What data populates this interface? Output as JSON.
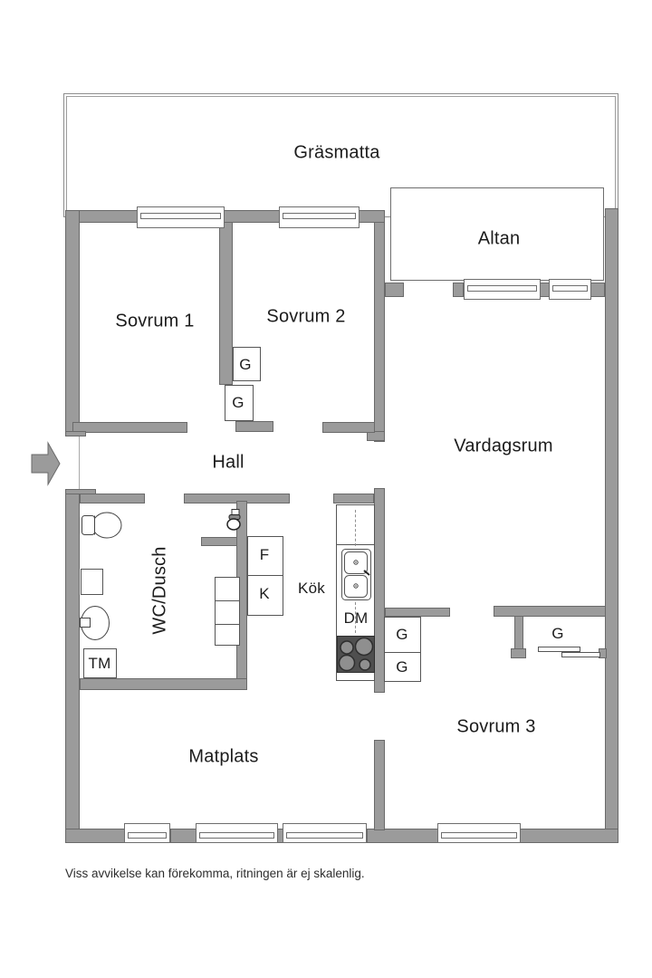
{
  "page": {
    "footer_note": "Viss avvikelse kan förekomma, ritningen är ej skalenlig."
  },
  "rooms": {
    "graesmatta": {
      "label": "Gräsmatta"
    },
    "altan": {
      "label": "Altan"
    },
    "sovrum1": {
      "label": "Sovrum 1"
    },
    "sovrum2": {
      "label": "Sovrum 2"
    },
    "vardagsrum": {
      "label": "Vardagsrum"
    },
    "hall": {
      "label": "Hall"
    },
    "wc_dusch": {
      "label": "WC/Dusch"
    },
    "kok": {
      "label": "Kök"
    },
    "matplats": {
      "label": "Matplats"
    },
    "sovrum3": {
      "label": "Sovrum 3"
    }
  },
  "labels": {
    "garderob": "G",
    "fridge": "F",
    "freezer": "K",
    "dishwasher": "DM",
    "washer": "TM"
  },
  "icons": {
    "entrance": "entrance-arrow",
    "toilet": "toilet-icon",
    "round_sink": "round-sink-icon",
    "square_unit": "shower-square-icon",
    "wall_basin": "small-basin-icon",
    "kitchen_sink": "double-sink-icon",
    "stove": "stove-icon",
    "sliding_door": "sliding-door-icon"
  },
  "colors": {
    "wall_fill": "#9b9b9b",
    "wall_outline": "#6a6a6a",
    "text": "#1c1c1c",
    "stove_fill": "#4f4f4f",
    "burner_fill": "#8f8f8f"
  }
}
